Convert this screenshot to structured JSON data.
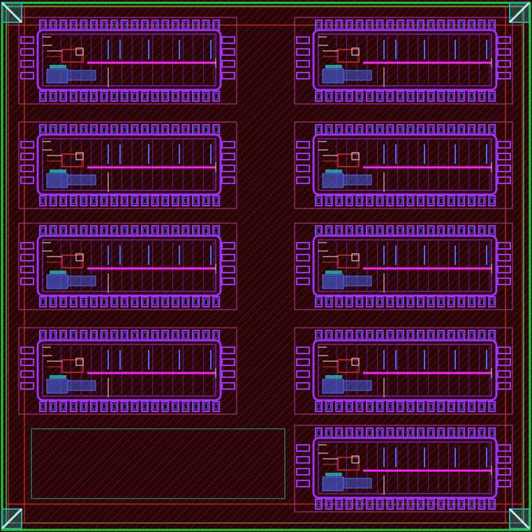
{
  "canvas": {
    "background": "#2a0508",
    "hatch": "#6b1a1e"
  },
  "colors": {
    "boundary_green": "#19d23a",
    "red_line": "#d42d2d",
    "violet": "#a230ff",
    "magenta": "#ff22ff",
    "blue": "#4a6dff",
    "cyan": "#22d7d7",
    "white": "#eeeeee",
    "pink_outline": "#c03aa0",
    "corner_fill": "#2aa7a0"
  },
  "layout": {
    "cell_count": 9,
    "cells": [
      {
        "row": 1,
        "column": "left"
      },
      {
        "row": 1,
        "column": "right"
      },
      {
        "row": 2,
        "column": "left"
      },
      {
        "row": 2,
        "column": "right"
      },
      {
        "row": 3,
        "column": "left"
      },
      {
        "row": 3,
        "column": "right"
      },
      {
        "row": 4,
        "column": "left"
      },
      {
        "row": 4,
        "column": "right"
      },
      {
        "row": 5,
        "column": "right"
      }
    ],
    "empty_region": {
      "row": 5,
      "column": "left",
      "outline": "#22b07a"
    }
  },
  "icons": [
    "corner-marker-icon"
  ]
}
